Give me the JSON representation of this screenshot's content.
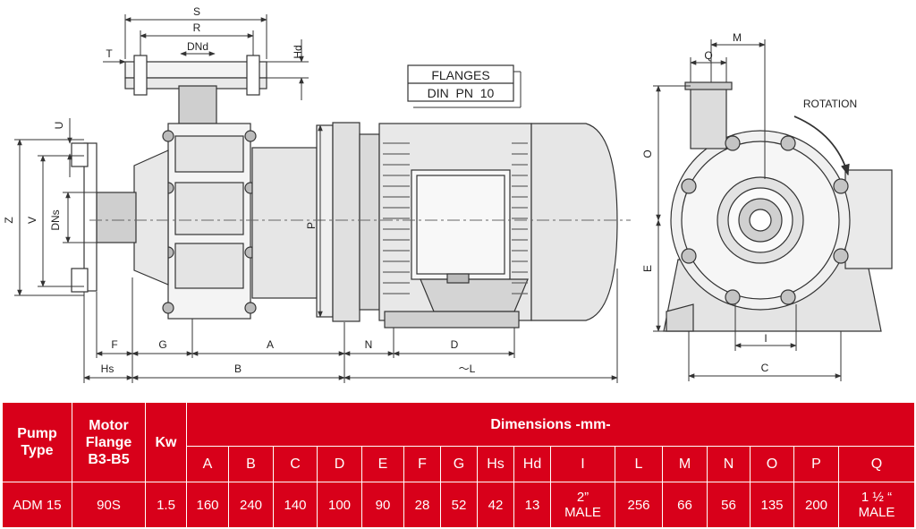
{
  "drawing": {
    "dim_labels": {
      "S": "S",
      "R": "R",
      "T": "T",
      "DNd": "DNd",
      "Hd": "Hd",
      "U": "U",
      "Z": "Z",
      "V": "V",
      "DNs": "DNs",
      "P": "P",
      "F": "F",
      "G": "G",
      "A": "A",
      "N": "N",
      "D": "D",
      "Hs": "Hs",
      "B": "B",
      "L": "～L",
      "M": "M",
      "Q": "Q",
      "O": "O",
      "E": "E",
      "I": "I",
      "C": "C"
    },
    "flanges_title": "FLANGES",
    "flanges_std": "DIN  PN  10",
    "rotation": "ROTATION"
  },
  "table": {
    "pump_type_header": "Pump Type",
    "motor_flange_header": "Motor Flange B3-B5",
    "kw_header": "Kw",
    "dimensions_header": "Dimensions -mm-",
    "columns": [
      "A",
      "B",
      "C",
      "D",
      "E",
      "F",
      "G",
      "Hs",
      "Hd",
      "I",
      "L",
      "M",
      "N",
      "O",
      "P",
      "Q"
    ],
    "row": {
      "pump_type": "ADM 15",
      "motor_flange": "90S",
      "kw": "1.5",
      "values": [
        "160",
        "240",
        "140",
        "100",
        "90",
        "28",
        "52",
        "42",
        "13",
        "2”\nMALE",
        "256",
        "66",
        "56",
        "135",
        "200",
        "1 ½ “\nMALE"
      ]
    }
  }
}
